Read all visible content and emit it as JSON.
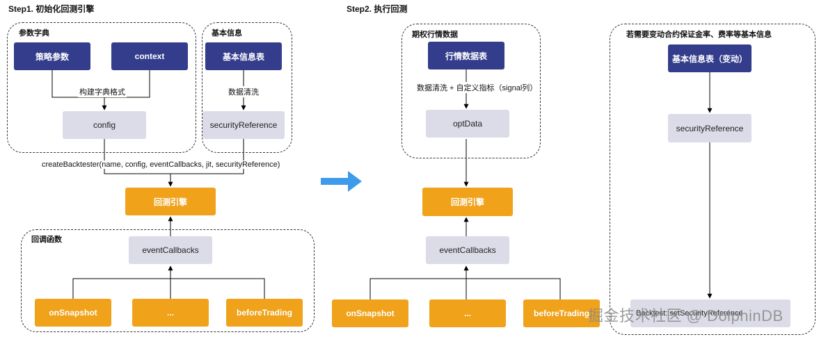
{
  "step1": {
    "title": "Step1. 初始化回测引擎",
    "param_dict": {
      "label": "参数字典",
      "strategy_params": "策略参数",
      "context": "context",
      "build_label": "构建字典格式",
      "config": "config"
    },
    "basic_info": {
      "label": "基本信息",
      "table": "基本信息表",
      "clean_label": "数据清洗",
      "security_reference": "securityReference"
    },
    "create_call": "createBacktester(name, config, eventCallbacks, jit, securityReference)",
    "engine": "回测引擎",
    "callbacks": {
      "label": "回调函数",
      "event_callbacks": "eventCallbacks",
      "on_snapshot": "onSnapshot",
      "ellipsis": "...",
      "before_trading": "beforeTrading"
    }
  },
  "step2": {
    "title": "Step2. 执行回测",
    "market_data": {
      "label": "期权行情数据",
      "table": "行情数据表",
      "clean_label": "数据清洗 + 自定义指标（signal列）",
      "opt_data": "optData"
    },
    "engine": "回测引擎",
    "event_callbacks": "eventCallbacks",
    "on_snapshot": "onSnapshot",
    "ellipsis": "...",
    "before_trading": "beforeTrading",
    "change_info": {
      "label": "若需要变动合约保证金率、费率等基本信息",
      "table": "基本信息表（变动）",
      "security_reference": "securityReference",
      "bottom_node": "Backtest::setSecurityReference"
    }
  },
  "watermark": "掘金技术社区 @ DolphinDB",
  "colors": {
    "navy": "#333d8b",
    "gray": "#dcdce8",
    "orange": "#f0a21b",
    "arrow_blue": "#3d9be9"
  }
}
